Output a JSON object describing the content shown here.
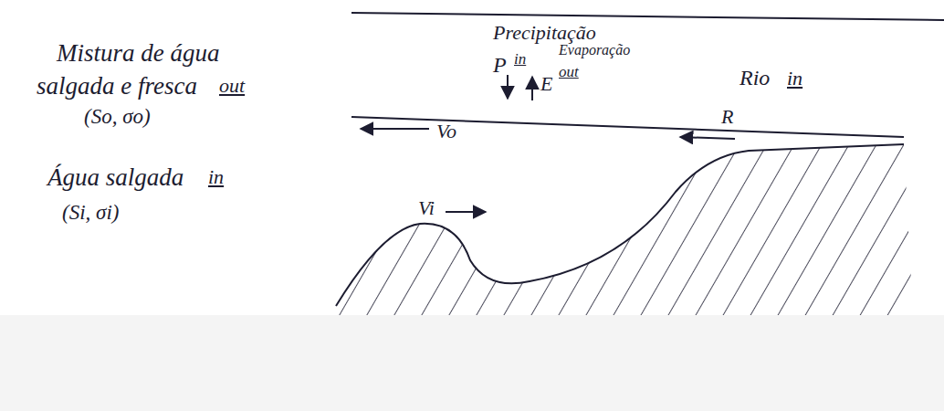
{
  "diagram": {
    "labels": [
      "Precipitação",
      "P",
      "in",
      "Evaporação",
      "E",
      "out",
      "Rio",
      "in",
      "R",
      "Mistura de água",
      "salgada e fresca",
      "out",
      "(So, σo)",
      "Vo",
      "Água salgada",
      "in",
      "(Si, σi)",
      "Vi"
    ]
  }
}
